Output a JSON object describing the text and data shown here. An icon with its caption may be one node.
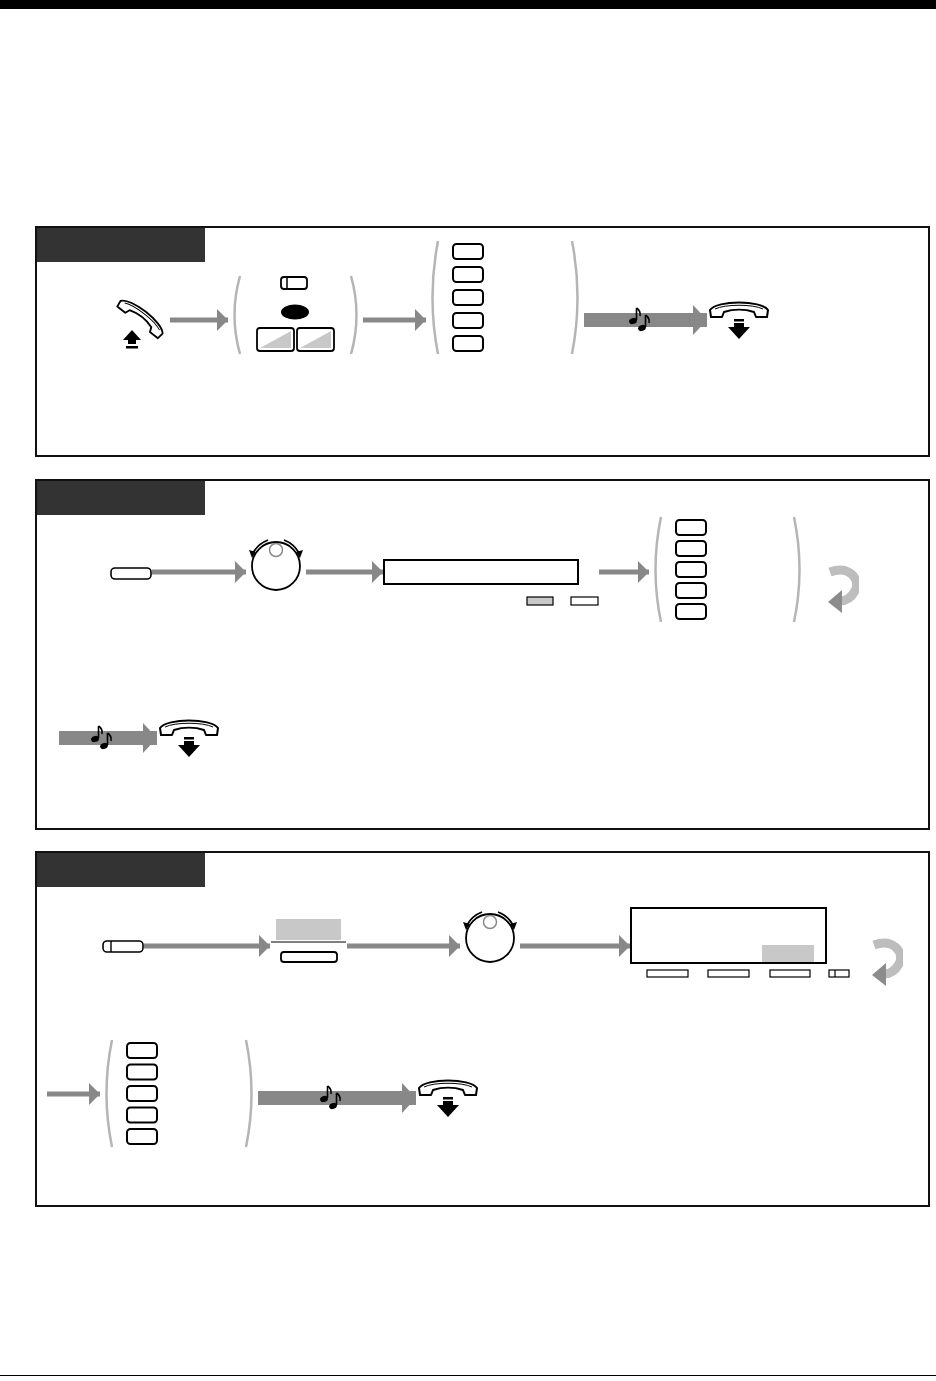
{
  "diagram": {
    "nodes": [
      {
        "text": [],
        "shape": "box"
      },
      {
        "text": [],
        "shape": "picture",
        "in": 0
      },
      {
        "text": [],
        "shape": "picture",
        "in": 0
      },
      {
        "text": [],
        "shape": "picture",
        "in": 0
      },
      {
        "text": [],
        "shape": "picture",
        "in": 0
      },
      {
        "text": [],
        "shape": "box"
      },
      {
        "text": [],
        "shape": "box",
        "in": 5
      },
      {
        "text": [],
        "shape": "picture",
        "in": 5
      },
      {
        "text": [],
        "shape": "picture",
        "in": 5
      },
      {
        "text": [],
        "shape": "picture",
        "in": 5
      },
      {
        "text": [],
        "shape": "picture",
        "in": 5
      },
      {
        "text": [],
        "shape": "box"
      },
      {
        "text": [],
        "shape": "picture",
        "in": 11
      },
      {
        "text": [],
        "shape": "picture",
        "in": 11
      },
      {
        "text": [],
        "shape": "picture",
        "in": 11
      },
      {
        "text": [],
        "shape": "picture",
        "in": 11
      },
      {
        "text": [],
        "shape": "picture",
        "in": 11
      },
      {
        "text": [],
        "shape": "picture",
        "in": 11
      }
    ],
    "edges": [
      {
        "from": 1,
        "to": 2,
        "arrow": "to"
      },
      {
        "from": 2,
        "to": 3,
        "arrow": "to"
      },
      {
        "from": 3,
        "to": 4,
        "arrow": "to",
        "style": "thick"
      },
      {
        "from": 6,
        "to": 7,
        "arrow": "to"
      },
      {
        "from": 7,
        "to": 8,
        "arrow": "to"
      },
      {
        "from": 8,
        "to": 9,
        "arrow": "to"
      },
      {
        "from": null,
        "to": 10,
        "arrow": "to",
        "style": "thick"
      },
      {
        "from": 12,
        "to": 13,
        "arrow": "to"
      },
      {
        "from": 13,
        "to": 14,
        "arrow": "to"
      },
      {
        "from": 14,
        "to": 15,
        "arrow": "to"
      },
      {
        "from": null,
        "to": 16,
        "arrow": "to"
      },
      {
        "from": 16,
        "to": 17,
        "arrow": "to",
        "style": "thick"
      }
    ]
  }
}
